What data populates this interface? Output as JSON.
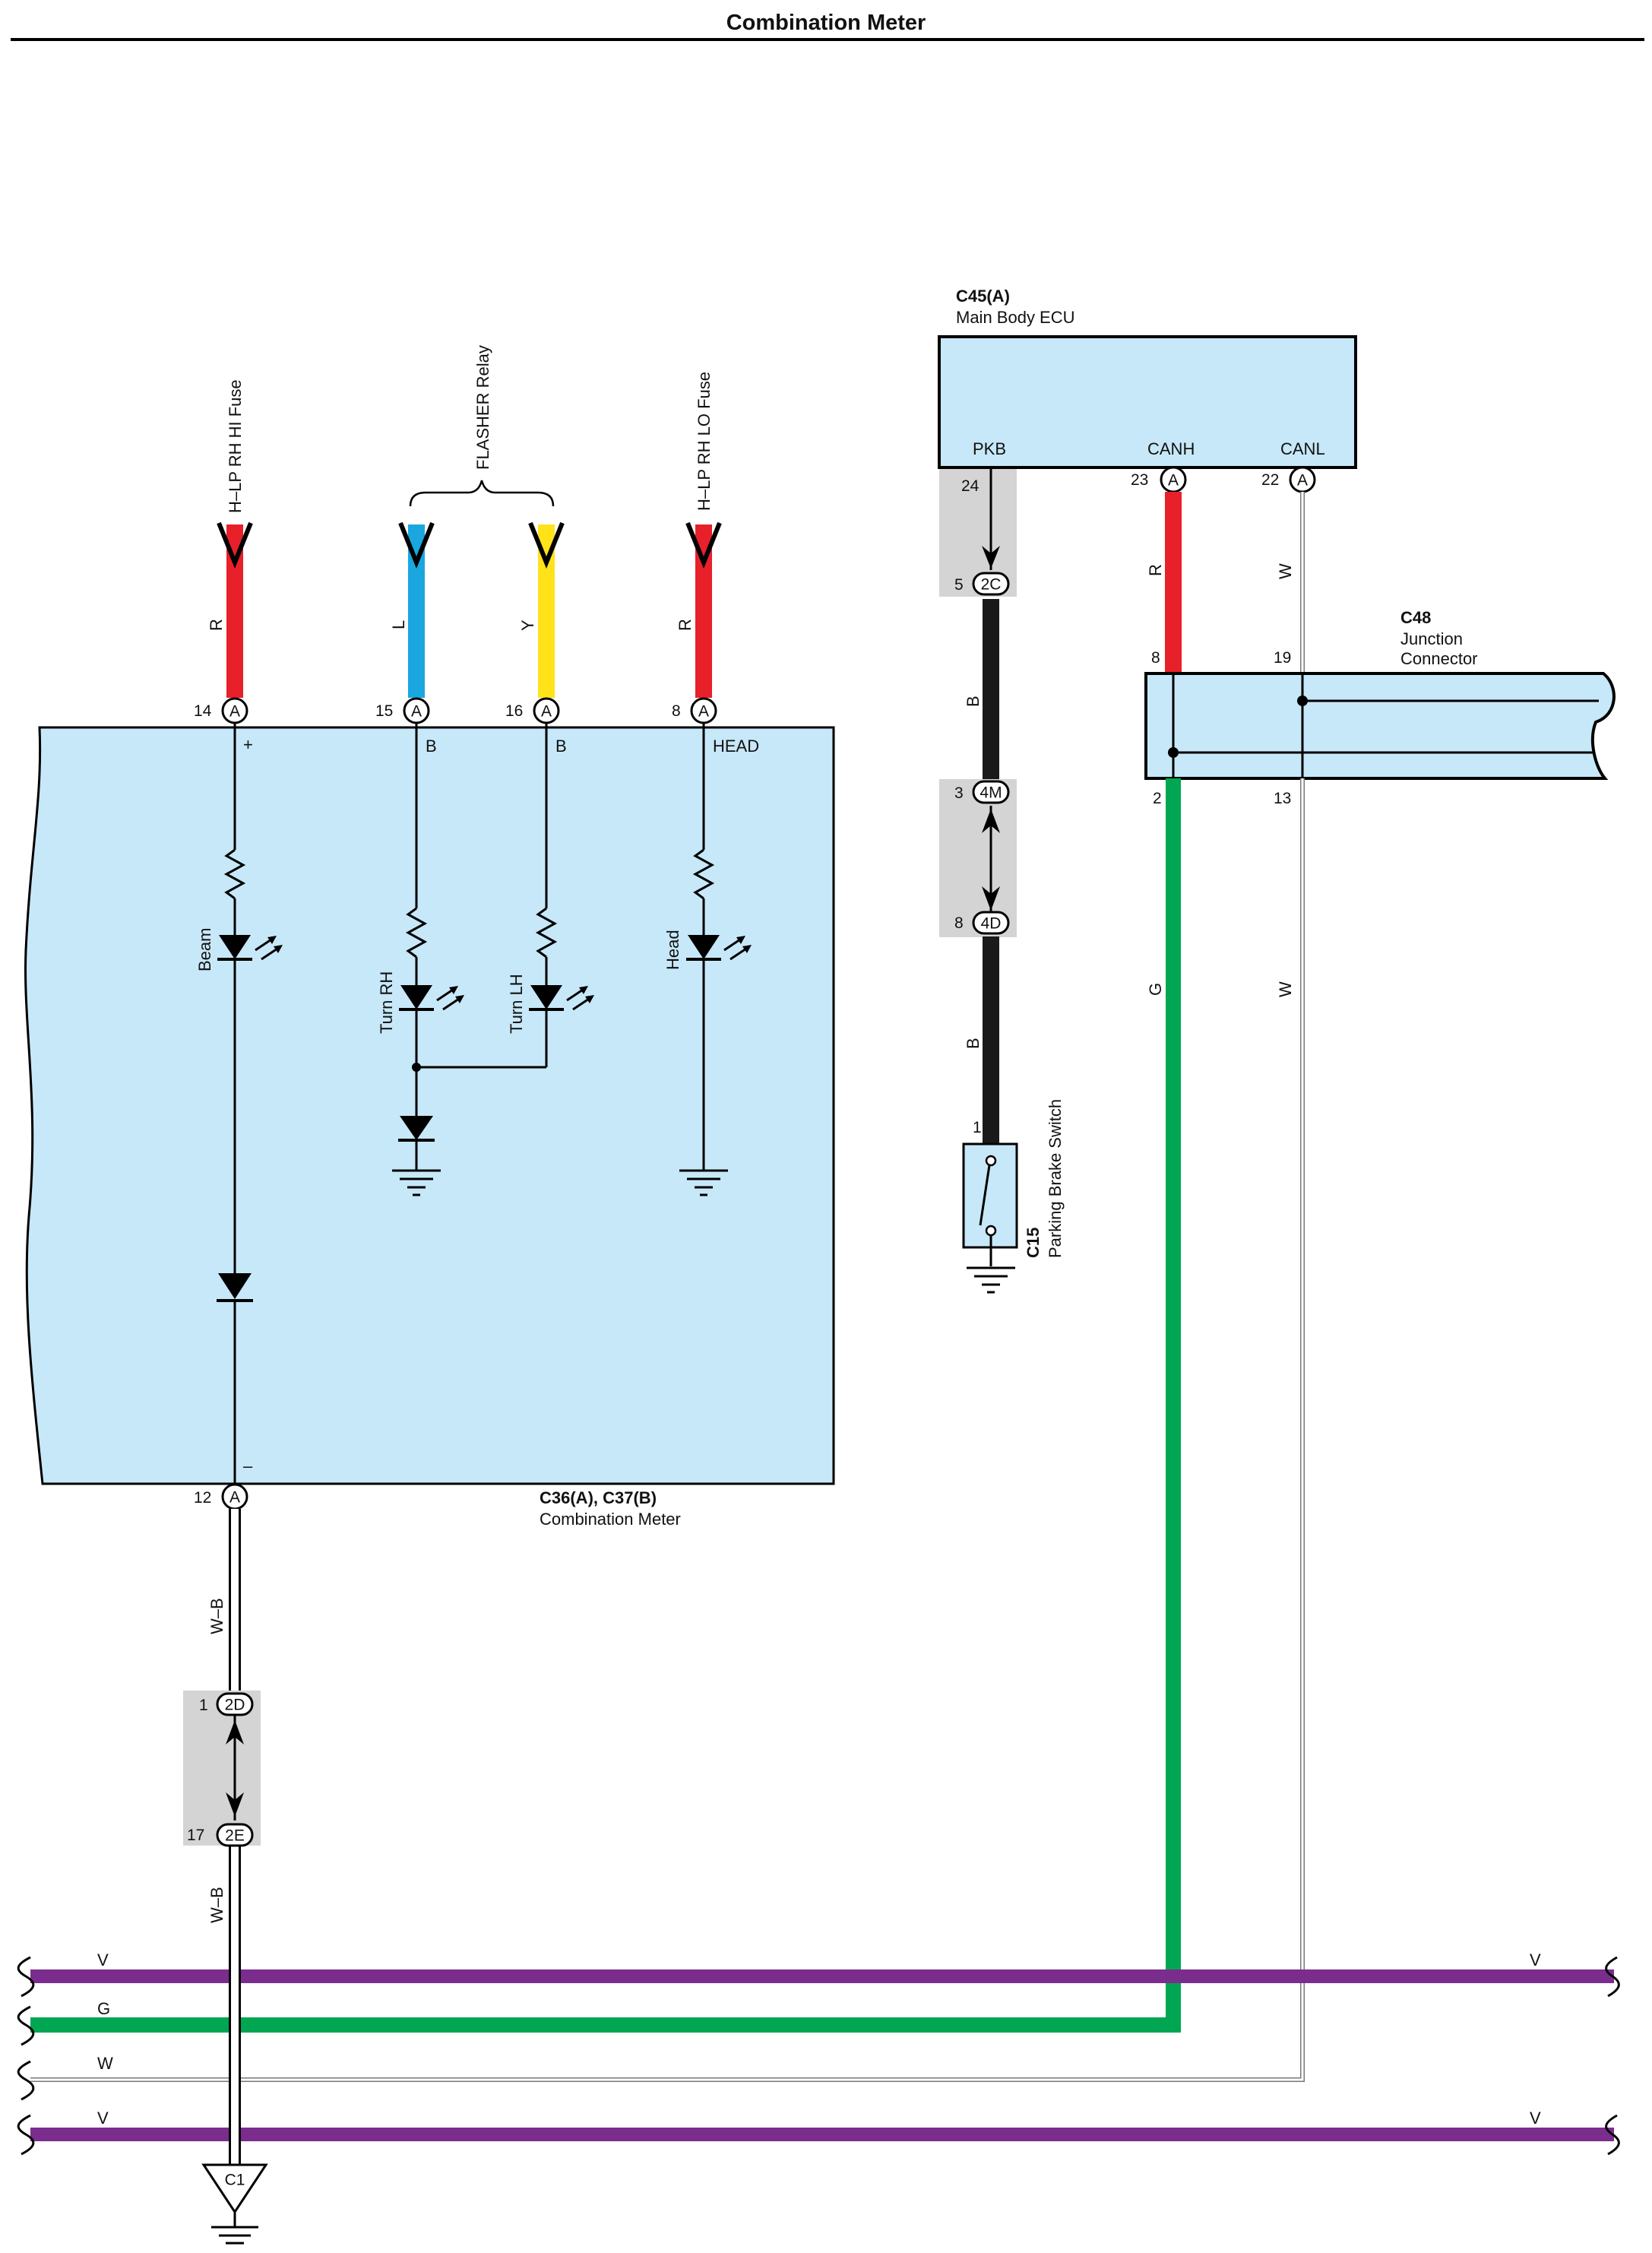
{
  "header": {
    "title": "Combination Meter"
  },
  "colors": {
    "red": "#e8202a",
    "blue": "#1aa7e0",
    "yellow": "#ffe21a",
    "black": "#1a1a1a",
    "green": "#00a651",
    "violet": "#7b2d8e",
    "white_wire": "#ffffff",
    "component_fill": "#c7e8f8",
    "connector_shade": "#d4d4d4"
  },
  "sources": {
    "hi_fuse": "H–LP RH HI Fuse",
    "flasher": "FLASHER Relay",
    "lo_fuse": "H–LP RH LO Fuse"
  },
  "wire_labels": {
    "r1": "R",
    "l": "L",
    "y": "Y",
    "r2": "R",
    "pkb_b1": "B",
    "pkb_b2": "B",
    "canh_r": "R",
    "canl_w": "W",
    "canh_g": "G",
    "canl_w2": "W",
    "wb1": "W–B",
    "wb2": "W–B"
  },
  "meter": {
    "pins": {
      "p14": "14",
      "p15": "15",
      "p16": "16",
      "p8": "8",
      "p12": "12"
    },
    "connector_letter": "A",
    "terminals": {
      "plus": "+",
      "b1": "B",
      "b2": "B",
      "head": "HEAD",
      "minus": "–"
    },
    "leds": {
      "beam": "Beam",
      "turn_rh": "Turn RH",
      "turn_lh": "Turn LH",
      "head": "Head"
    },
    "ref": "C36(A), C37(B)",
    "name": "Combination Meter"
  },
  "ecu": {
    "ref": "C45(A)",
    "name": "Main Body ECU",
    "terminals": {
      "pkb": "PKB",
      "canh": "CANH",
      "canl": "CANL"
    },
    "pins": {
      "pkb": "24",
      "canh": "23",
      "canl": "22"
    },
    "connector_letter": "A"
  },
  "junction": {
    "ref": "C48",
    "name_line1": "Junction",
    "name_line2": "Connector",
    "pins": {
      "top_left": "8",
      "top_right": "19",
      "bot_left": "2",
      "bot_right": "13"
    }
  },
  "inline_connectors": {
    "c2c": {
      "pin": "5",
      "code": "2C"
    },
    "c4m": {
      "pin": "3",
      "code": "4M"
    },
    "c4d": {
      "pin": "8",
      "code": "4D"
    },
    "c2d": {
      "pin": "1",
      "code": "2D"
    },
    "c2e": {
      "pin": "17",
      "code": "2E"
    }
  },
  "switch": {
    "pin": "1",
    "ref": "C15",
    "name": "Parking Brake Switch"
  },
  "bus": {
    "v_left": "V",
    "g_left": "G",
    "w_left": "W",
    "v2_left": "V",
    "v_right": "V",
    "v2_right": "V"
  },
  "ground_point": {
    "code": "C1"
  }
}
